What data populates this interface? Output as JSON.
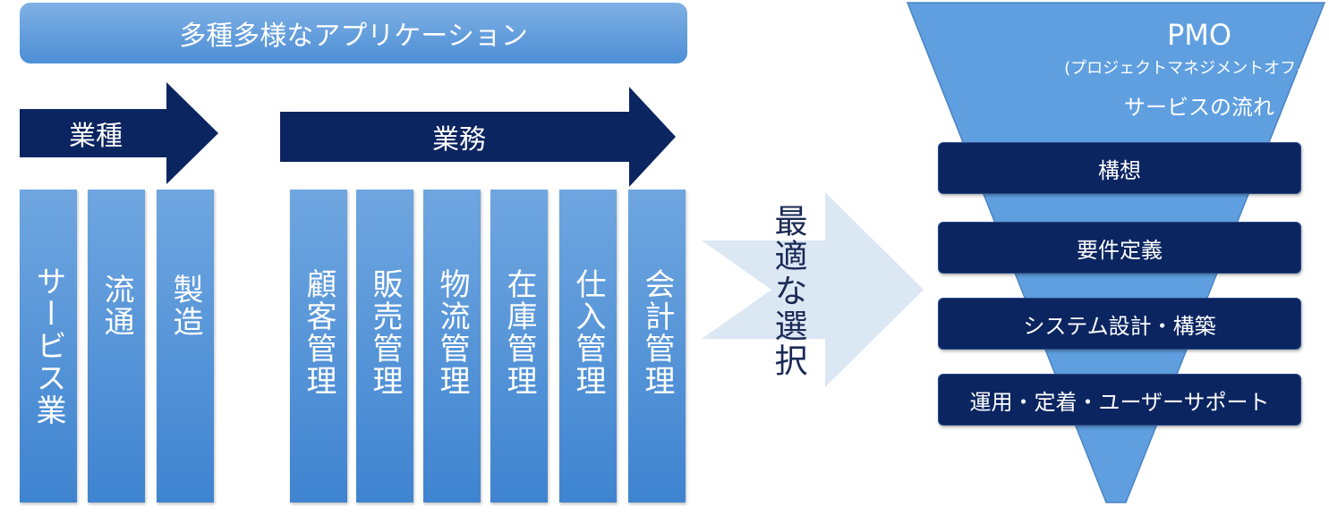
{
  "banner": {
    "title": "多種多様なアプリケーション"
  },
  "industry": {
    "label": "業種",
    "items": [
      "サービス業",
      "流通",
      "製造"
    ]
  },
  "business": {
    "label": "業務",
    "items": [
      "顧客管理",
      "販売管理",
      "物流管理",
      "在庫管理",
      "仕入管理",
      "会計管理"
    ]
  },
  "choice": {
    "label": "最適な選択"
  },
  "pmo": {
    "title": "PMO",
    "subtitle": "(プロジェクトマネジメントオフィス)",
    "flow_label": "サービスの流れ",
    "stages": [
      "構想",
      "要件定義",
      "システム設計・構築",
      "運用・定着・ユーザーサポート"
    ]
  },
  "colors": {
    "navy": "#0b2561",
    "column_blue": "#4d8fd6",
    "funnel_blue": "#5f9fe0",
    "light_arrow": "#dce7f4"
  }
}
